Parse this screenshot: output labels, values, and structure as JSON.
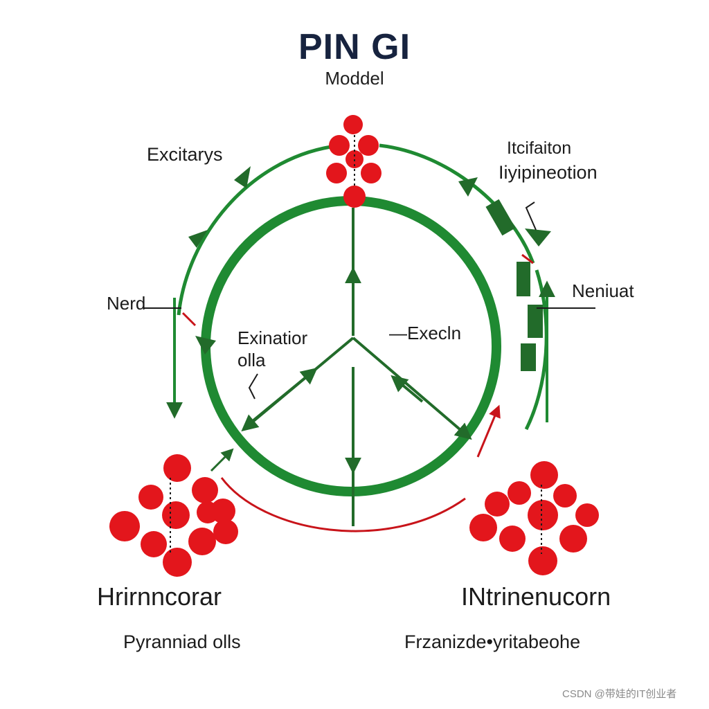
{
  "header": {
    "title": "PIN GI",
    "subtitle": "Moddel"
  },
  "labels": {
    "top_left": "Excitarys",
    "top_right_line1": "Itcifaiton",
    "top_right_line2": "Iiyipineotion",
    "mid_left": "Nerd",
    "mid_right": "Neniuat",
    "center_left_line1": "Exinatior",
    "center_left_line2": "olla",
    "center_right": "—Execln",
    "bottom_left_title": "Hrirnncorar",
    "bottom_right_title": "INtrinenucorn",
    "bottom_left_caption": "Pyranniad olls",
    "bottom_right_caption": "Frzanizde•yritabeohe"
  },
  "watermark": "CSDN @带娃的IT创业者",
  "colors": {
    "ring_green": "#1f8a32",
    "arrow_green": "#226b2a",
    "cluster_red": "#e3161c",
    "connector_red": "#c8141a",
    "title_navy": "#17233f"
  }
}
